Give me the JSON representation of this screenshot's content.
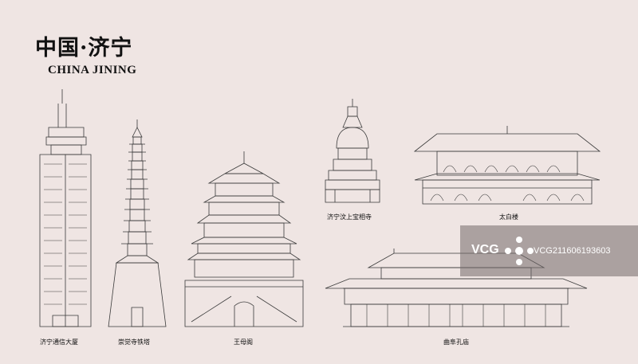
{
  "title": "中国·济宁",
  "subtitle": "CHINA JINING",
  "landmarks": [
    {
      "label": "济宁通信大厦"
    },
    {
      "label": "崇觉寺铁塔"
    },
    {
      "label": "王母阁"
    },
    {
      "label": "济宁汶上宝相寺"
    },
    {
      "label": "太白楼"
    },
    {
      "label": "曲阜孔庙"
    }
  ],
  "watermark": {
    "brand": "VCG",
    "id": "VCG211606193603"
  },
  "colors": {
    "background": "#efe5e3",
    "line": "#3a3a3a",
    "watermark": "#736969"
  }
}
